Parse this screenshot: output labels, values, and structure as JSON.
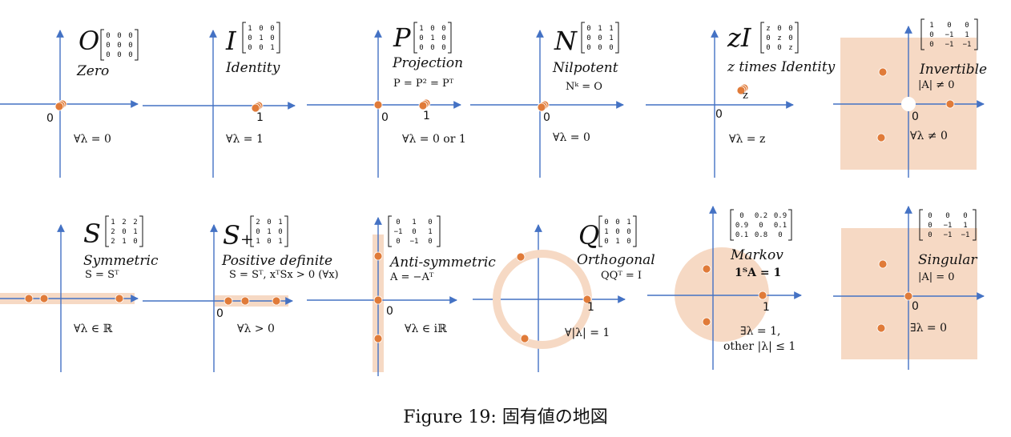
{
  "caption": "Figure 19: 固有値の地図",
  "colors": {
    "axis": "#4472c4",
    "dot": "#e07b39",
    "region": "#f6d9c4"
  },
  "panels": [
    {
      "id": "zero",
      "symbol": "O",
      "name": "Zero",
      "matrix": [
        [
          "0",
          "0",
          "0"
        ],
        [
          "0",
          "0",
          "0"
        ],
        [
          "0",
          "0",
          "0"
        ]
      ],
      "condition": "∀λ = 0",
      "ticks": [
        "0"
      ]
    },
    {
      "id": "identity",
      "symbol": "I",
      "name": "Identity",
      "matrix": [
        [
          "1",
          "0",
          "0"
        ],
        [
          "0",
          "1",
          "0"
        ],
        [
          "0",
          "0",
          "1"
        ]
      ],
      "condition": "∀λ = 1",
      "ticks": [
        "1"
      ]
    },
    {
      "id": "projection",
      "symbol": "P",
      "name": "Projection",
      "equation": "P = P² = Pᵀ",
      "matrix": [
        [
          "1",
          "0",
          "0"
        ],
        [
          "0",
          "1",
          "0"
        ],
        [
          "0",
          "0",
          "0"
        ]
      ],
      "condition": "∀λ = 0 or 1",
      "ticks": [
        "0",
        "1"
      ]
    },
    {
      "id": "nilpotent",
      "symbol": "N",
      "name": "Nilpotent",
      "equation": "Nᵏ = O",
      "matrix": [
        [
          "0",
          "1",
          "1"
        ],
        [
          "0",
          "0",
          "1"
        ],
        [
          "0",
          "0",
          "0"
        ]
      ],
      "condition": "∀λ = 0",
      "ticks": [
        "0"
      ]
    },
    {
      "id": "zidentity",
      "symbol": "zI",
      "name": "z times Identity",
      "matrix": [
        [
          "z",
          "0",
          "0"
        ],
        [
          "0",
          "z",
          "0"
        ],
        [
          "0",
          "0",
          "z"
        ]
      ],
      "condition": "∀λ = z",
      "ticks": [
        "0",
        "z"
      ]
    },
    {
      "id": "invertible",
      "symbol": "",
      "name": "Invertible",
      "equation": "|A| ≠ 0",
      "matrix": [
        [
          "1",
          "0",
          "0"
        ],
        [
          "0",
          "−1",
          "1"
        ],
        [
          "0",
          "−1",
          "−1"
        ]
      ],
      "condition": "∀λ ≠ 0",
      "ticks": [
        "0"
      ]
    },
    {
      "id": "symmetric",
      "symbol": "S",
      "name": "Symmetric",
      "equation": "S = Sᵀ",
      "matrix": [
        [
          "1",
          "2",
          "2"
        ],
        [
          "2",
          "0",
          "1"
        ],
        [
          "2",
          "1",
          "0"
        ]
      ],
      "condition": "∀λ ∈ ℝ",
      "ticks": []
    },
    {
      "id": "posdef",
      "symbol": "S₊",
      "name": "Positive definite",
      "equation": "S = Sᵀ, xᵀSx > 0 (∀x)",
      "matrix": [
        [
          "2",
          "0",
          "1"
        ],
        [
          "0",
          "1",
          "0"
        ],
        [
          "1",
          "0",
          "1"
        ]
      ],
      "condition": "∀λ  > 0",
      "ticks": [
        "0"
      ]
    },
    {
      "id": "antisym",
      "symbol": "",
      "name": "Anti-symmetric",
      "equation": "A = −Aᵀ",
      "matrix": [
        [
          "0",
          "1",
          "0"
        ],
        [
          "−1",
          "0",
          "1"
        ],
        [
          "0",
          "−1",
          "0"
        ]
      ],
      "condition": "∀λ ∈ iℝ",
      "ticks": [
        "0"
      ]
    },
    {
      "id": "orthogonal",
      "symbol": "Q",
      "name": "Orthogonal",
      "equation": "QQᵀ = I",
      "matrix": [
        [
          "0",
          "0",
          "1"
        ],
        [
          "1",
          "0",
          "0"
        ],
        [
          "0",
          "1",
          "0"
        ]
      ],
      "condition": "∀|λ| = 1",
      "ticks": [
        "1"
      ]
    },
    {
      "id": "markov",
      "symbol": "",
      "name": "Markov",
      "equation": "1ᵀA = 1",
      "matrix": [
        [
          "0",
          "0.2",
          "0.9"
        ],
        [
          "0.9",
          "0",
          "0.1"
        ],
        [
          "0.1",
          "0.8",
          "0"
        ]
      ],
      "condition": "∃λ = 1,",
      "condition2": "other |λ| ≤ 1",
      "ticks": [
        "1"
      ]
    },
    {
      "id": "singular",
      "symbol": "",
      "name": "Singular",
      "equation": "|A| = 0",
      "matrix": [
        [
          "0",
          "0",
          "0"
        ],
        [
          "0",
          "−1",
          "1"
        ],
        [
          "0",
          "−1",
          "−1"
        ]
      ],
      "condition": "∃λ = 0",
      "ticks": [
        "0"
      ]
    }
  ]
}
